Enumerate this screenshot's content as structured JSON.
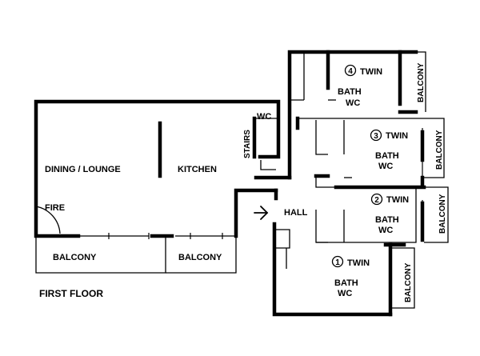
{
  "plan": {
    "floor_label": "FIRST FLOOR",
    "rooms": {
      "dining_lounge": "DINING / LOUNGE",
      "kitchen": "KITCHEN",
      "fire": "FIRE",
      "stairs": "STAIRS",
      "wc": "WC",
      "hall": "HALL",
      "balcony_left": "BALCONY",
      "balcony_kitchen": "BALCONY"
    },
    "bedrooms": [
      {
        "number": "4",
        "type": "TWIN",
        "bath_line1": "BATH",
        "bath_line2": "WC",
        "balcony": "BALCONY"
      },
      {
        "number": "3",
        "type": "TWIN",
        "bath_line1": "BATH",
        "bath_line2": "WC",
        "balcony": "BALCONY"
      },
      {
        "number": "2",
        "type": "TWIN",
        "bath_line1": "BATH",
        "bath_line2": "WC",
        "balcony": "BALCONY"
      },
      {
        "number": "1",
        "type": "TWIN",
        "bath_line1": "BATH",
        "bath_line2": "WC",
        "balcony": "BALCONY"
      }
    ]
  }
}
